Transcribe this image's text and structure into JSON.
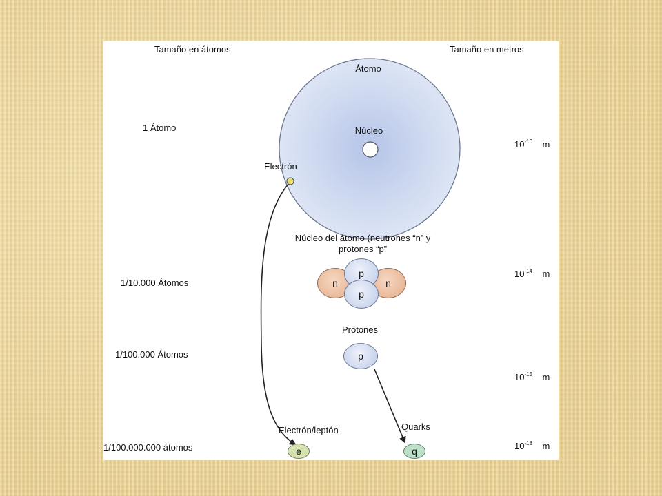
{
  "headers": {
    "left": "Tamaño en átomos",
    "right": "Tamaño en metros"
  },
  "atom": {
    "title": "Átomo",
    "nucleus": "Núcleo",
    "electron": "Electrón"
  },
  "scale_left": [
    "1 Átomo",
    "1/10.000 Átomos",
    "1/100.000 Átomos",
    "1/100.000.000 átomos"
  ],
  "scale_right": [
    {
      "base": "10",
      "exp": "-10",
      "unit": "m"
    },
    {
      "base": "10",
      "exp": "-14",
      "unit": "m"
    },
    {
      "base": "10",
      "exp": "-15",
      "unit": "m"
    },
    {
      "base": "10",
      "exp": "-18",
      "unit": "m"
    }
  ],
  "nucleus_section": {
    "title_line1": "Núcleo del átomo (neutrones “n” y",
    "title_line2": "protones “p”"
  },
  "nucleons": {
    "proton": "p",
    "neutron": "n"
  },
  "protons_section": {
    "title": "Protones",
    "particle": "p"
  },
  "leaves": {
    "electron_label": "Electrón/leptón",
    "electron_symbol": "e",
    "quarks_label": "Quarks",
    "quark_symbol": "q"
  },
  "colors": {
    "atom_fill": "#c9d5ee",
    "proton": "#c9d4ec",
    "neutron": "#e8b494",
    "electron_dot": "#e8e07a",
    "lepton": "#d6e2b0",
    "quark": "#bde0c8"
  }
}
